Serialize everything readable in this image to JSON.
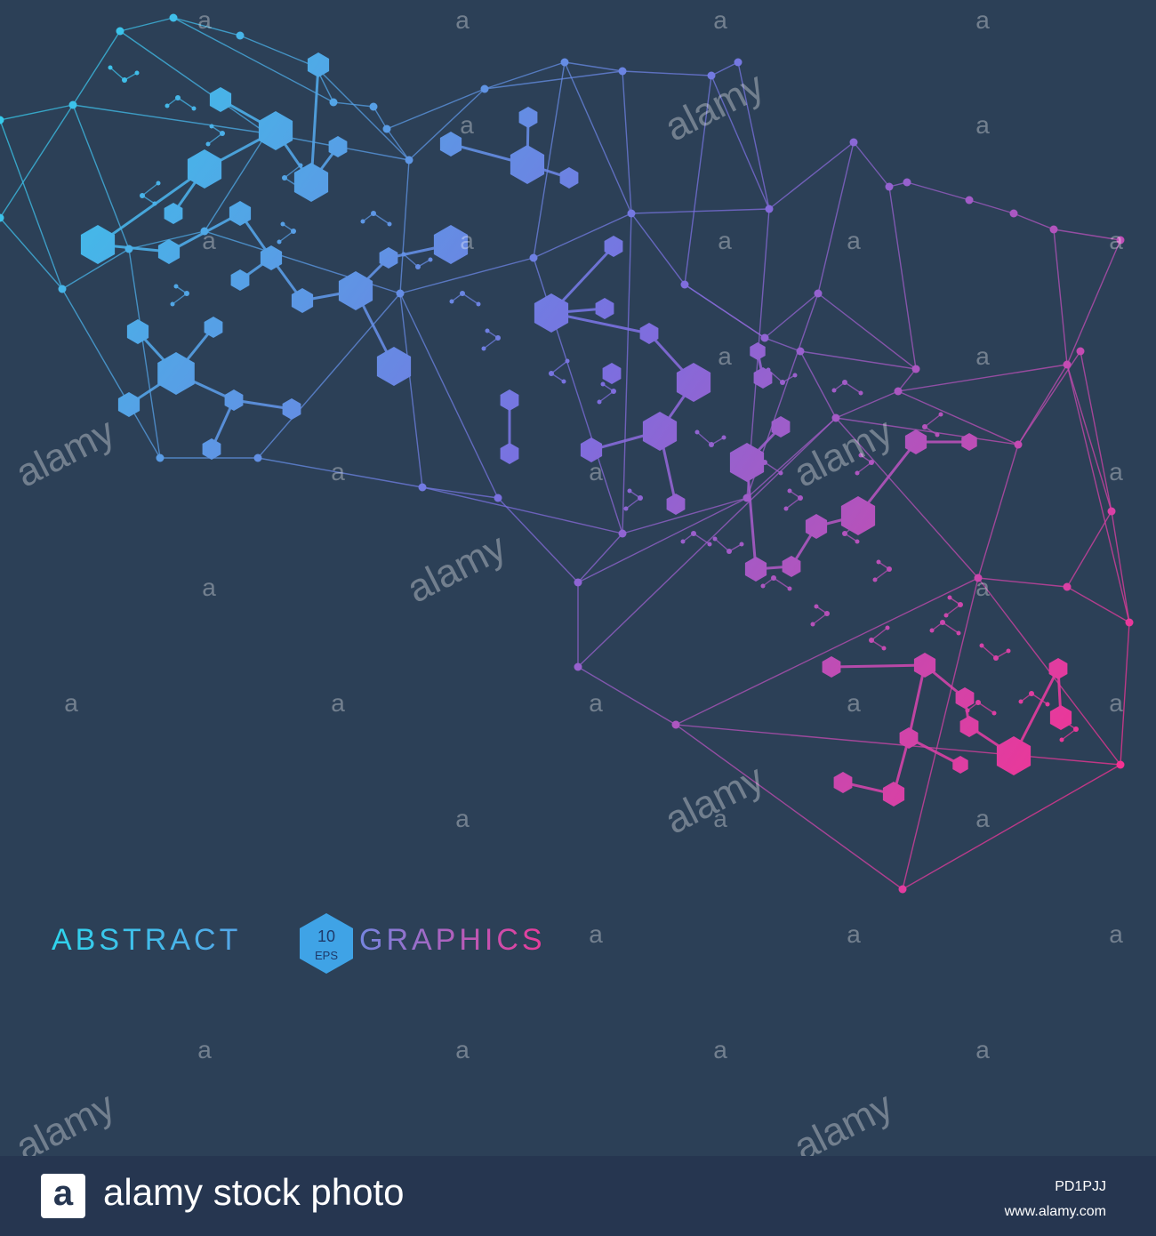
{
  "artwork": {
    "background_color": "#2c4057",
    "gradient_start": "#2fd4ec",
    "gradient_mid": "#7b6fe0",
    "gradient_end": "#ff2d8c",
    "headline_word_1": "ABSTRACT",
    "badge_number": "10",
    "badge_label": "EPS",
    "headline_word_2": "GRAPHICS",
    "watermark_letter": "a",
    "watermark_word": "alamy"
  },
  "footer": {
    "logo_glyph": "a",
    "brand_text": "alamy stock photo",
    "image_id": "PD1PJJ",
    "site_url": "www.alamy.com"
  }
}
